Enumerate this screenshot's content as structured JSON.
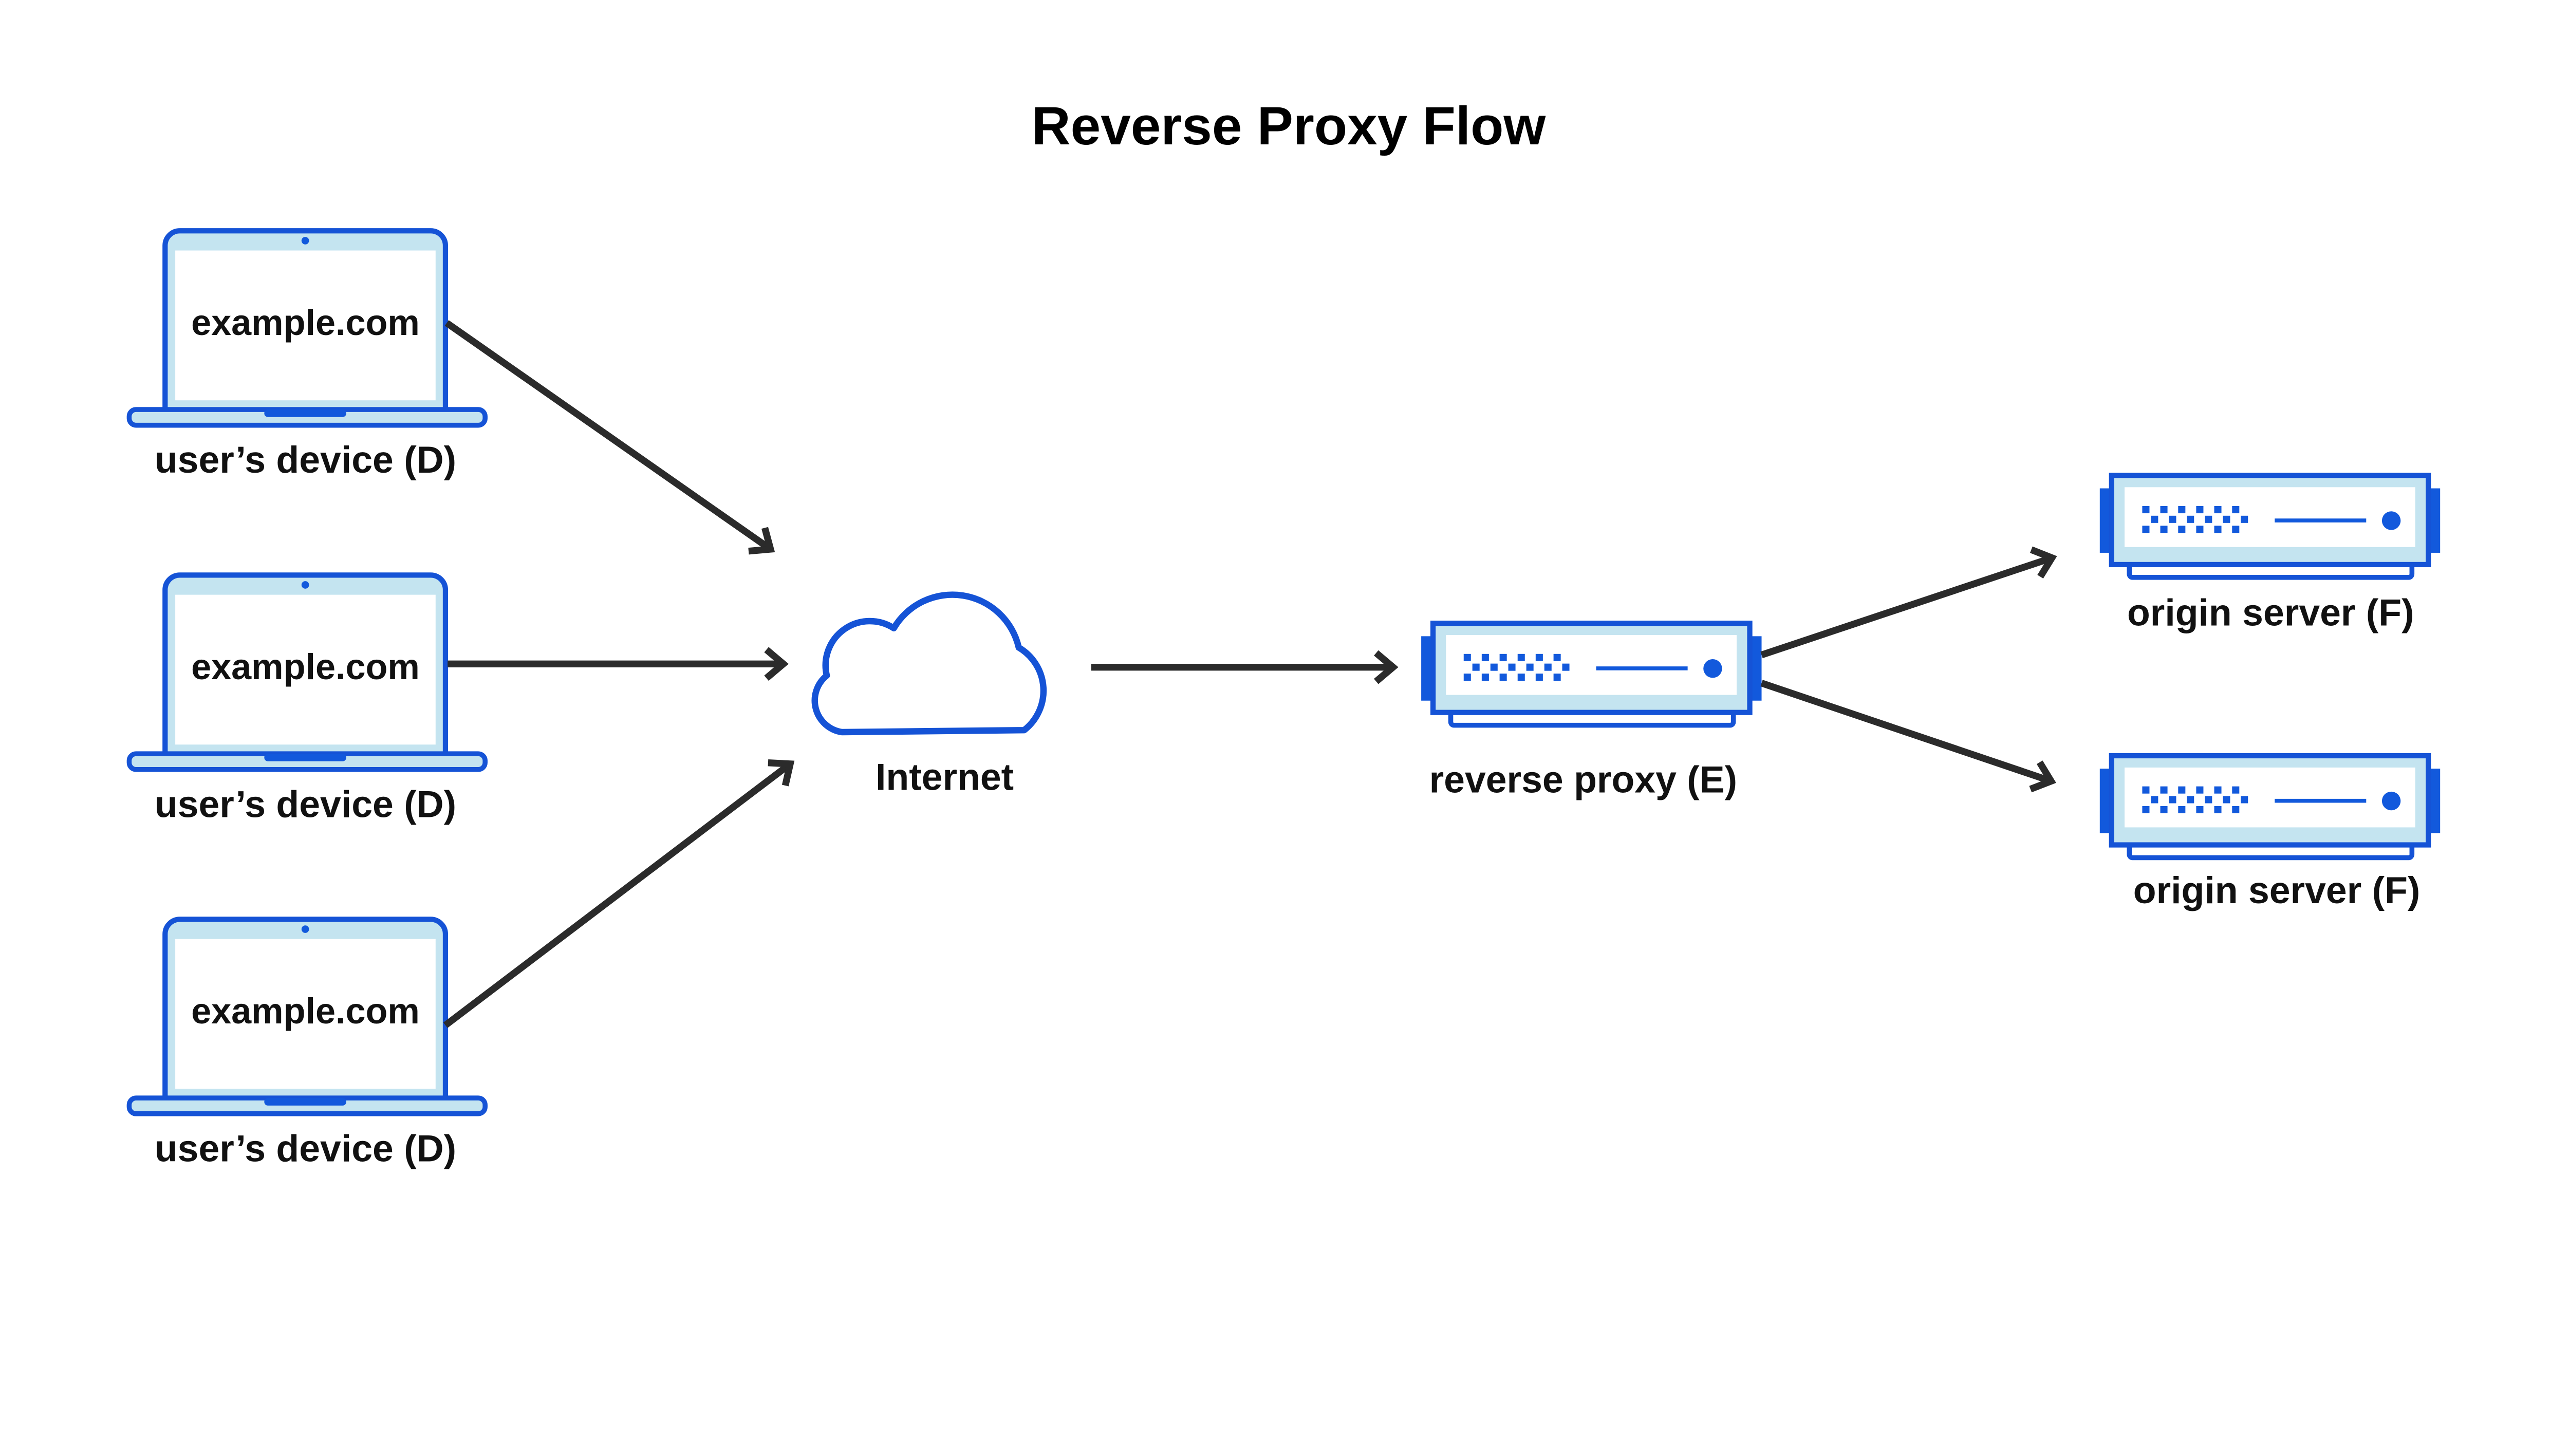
{
  "title": "Reverse Proxy Flow",
  "devices": [
    {
      "screen_text": "example.com",
      "label": "user’s device (D)"
    },
    {
      "screen_text": "example.com",
      "label": "user’s device (D)"
    },
    {
      "screen_text": "example.com",
      "label": "user’s device (D)"
    }
  ],
  "internet": {
    "label": "Internet"
  },
  "reverse_proxy": {
    "label": "reverse proxy (E)"
  },
  "origin_servers": [
    {
      "label": "origin server (F)"
    },
    {
      "label": "origin server (F)"
    }
  ],
  "colors": {
    "stroke_blue": "#1553d6",
    "solid_blue": "#1259dc",
    "light_blue": "#c4e4f0",
    "arrow_dark": "#2b2b2b",
    "text_black": "#0b0b0b",
    "background": "#ffffff"
  }
}
